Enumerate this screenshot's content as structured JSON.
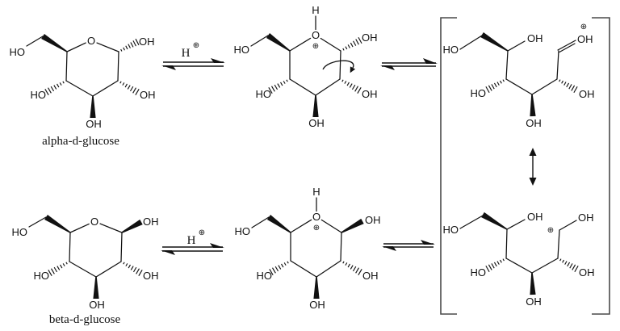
{
  "colors": {
    "ink": "#111111",
    "bracket": "#4a4a4a",
    "background": "#ffffff"
  },
  "structures": {
    "alpha": {
      "name": "alpha-d-glucose",
      "ho": "HO",
      "ring_o": "O",
      "anomeric_oh": "OH",
      "c2_oh": "OH",
      "c3_oh": "OH",
      "c4_ho": "HO"
    },
    "alpha_protonated": {
      "h": "H",
      "ring_o": "O",
      "charge": "⊕",
      "ho": "HO",
      "anomeric_oh": "OH",
      "c2_oh": "OH",
      "c3_oh": "OH",
      "c4_ho": "HO"
    },
    "open_chain_top": {
      "ho": "HO",
      "c5_oh": "OH",
      "c4_ho": "HO",
      "c3_oh": "OH",
      "c2_oh": "OH",
      "c1_oh": "OH",
      "charge": "⊕"
    },
    "beta": {
      "name": "beta-d-glucose",
      "ho": "HO",
      "ring_o": "O",
      "anomeric_oh": "OH",
      "c2_oh": "OH",
      "c3_oh": "OH",
      "c4_ho": "HO"
    },
    "beta_protonated": {
      "h": "H",
      "ring_o": "O",
      "charge": "⊕",
      "ho": "HO",
      "anomeric_oh": "OH",
      "c2_oh": "OH",
      "c3_oh": "OH",
      "c4_ho": "HO"
    },
    "open_chain_bottom": {
      "ho": "HO",
      "c5_oh": "OH",
      "c4_ho": "HO",
      "c3_oh": "OH",
      "c2_oh": "OH",
      "c1_oh": "OH",
      "charge": "⊕"
    }
  },
  "arrows": {
    "top_protonation": {
      "h": "H",
      "charge": "⊕"
    },
    "bottom_protonation": {
      "h": "H",
      "charge": "⊕"
    }
  }
}
